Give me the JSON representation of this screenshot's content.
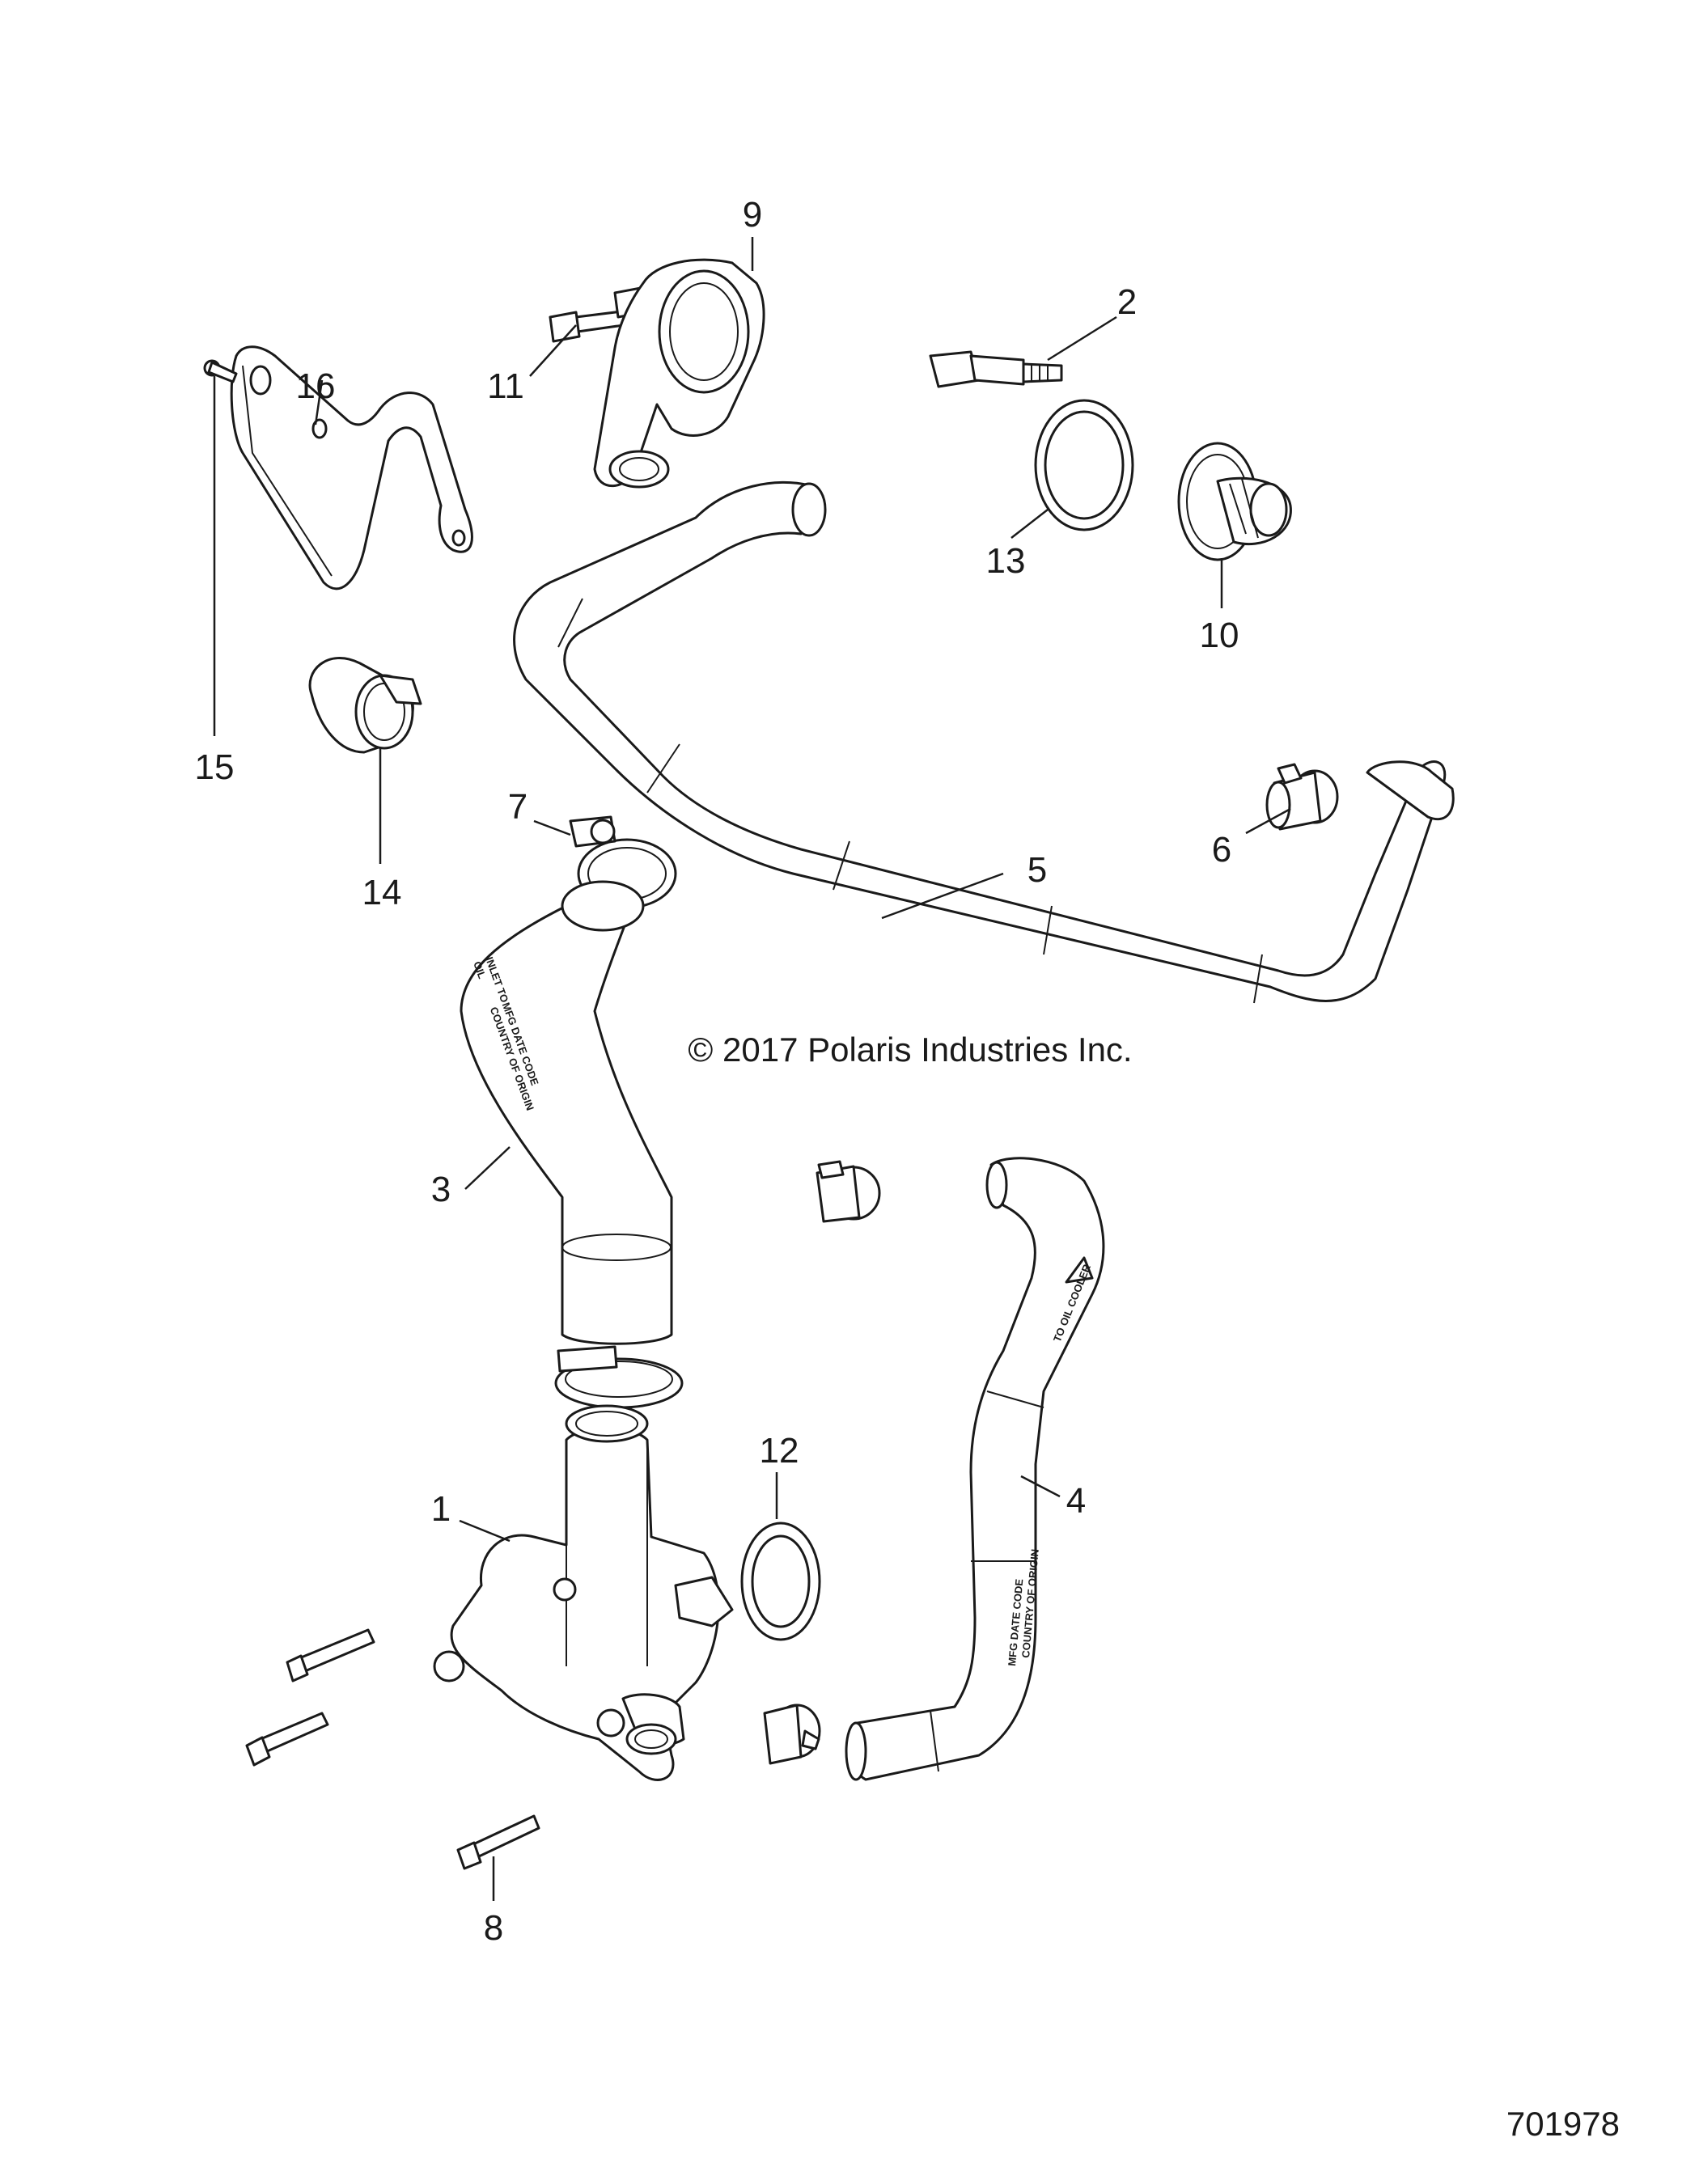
{
  "callouts": {
    "c1": "1",
    "c2": "2",
    "c3": "3",
    "c4": "4",
    "c5": "5",
    "c6": "6",
    "c7": "7",
    "c8": "8",
    "c9": "9",
    "c10": "10",
    "c11": "11",
    "c12": "12",
    "c13": "13",
    "c14": "14",
    "c15": "15",
    "c16": "16"
  },
  "copyright": "© 2017 Polaris Industries Inc.",
  "document_number": "701978",
  "hose_printing": {
    "hose3_line1": "INLET TO",
    "hose3_line2": "OIL",
    "hose3_line3": "MFG DATE CODE",
    "hose3_line4": "COUNTRY OF ORIGIN",
    "hose4_line1": "TO OIL COOLER",
    "hose4_line2": "MFG DATE CODE",
    "hose4_line3": "COUNTRY OF ORIGIN"
  }
}
